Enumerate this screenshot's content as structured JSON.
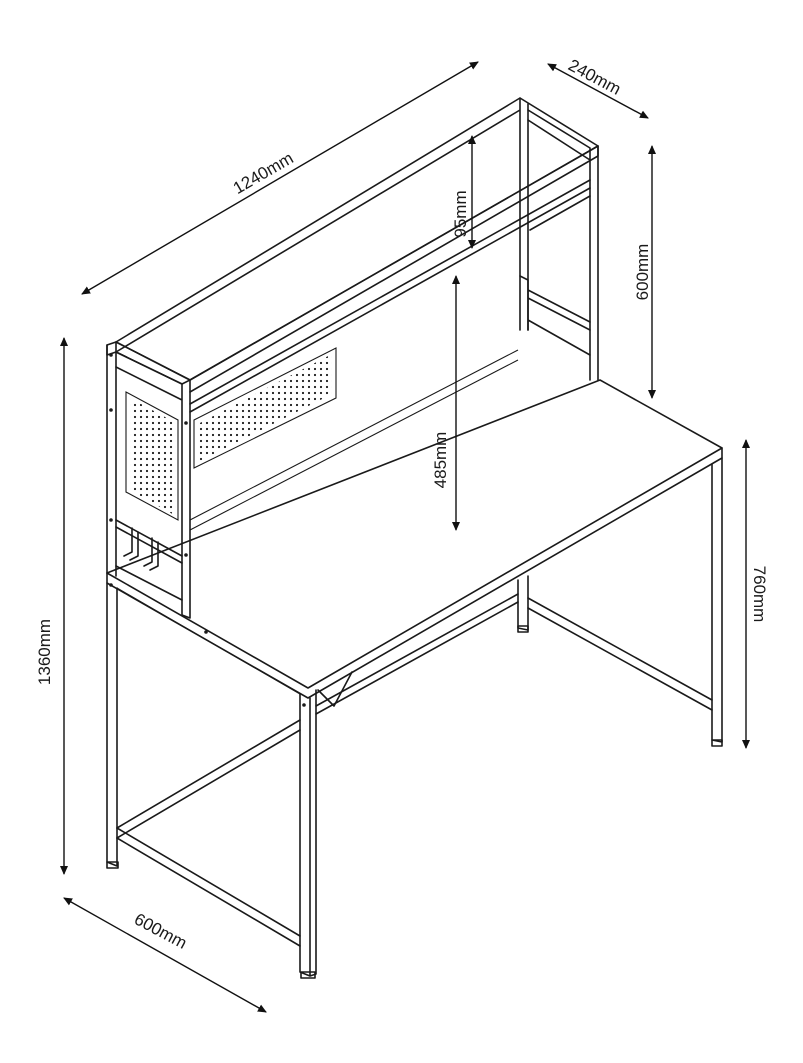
{
  "dimensions": {
    "width": "1240mm",
    "shelf_depth": "240mm",
    "shelf_gap": "95mm",
    "hutch_height": "600mm",
    "inner_height": "485mm",
    "desk_height": "760mm",
    "total_height": "1360mm",
    "desk_depth": "600mm"
  },
  "colors": {
    "line": "#1a1a1a",
    "background": "#ffffff"
  }
}
